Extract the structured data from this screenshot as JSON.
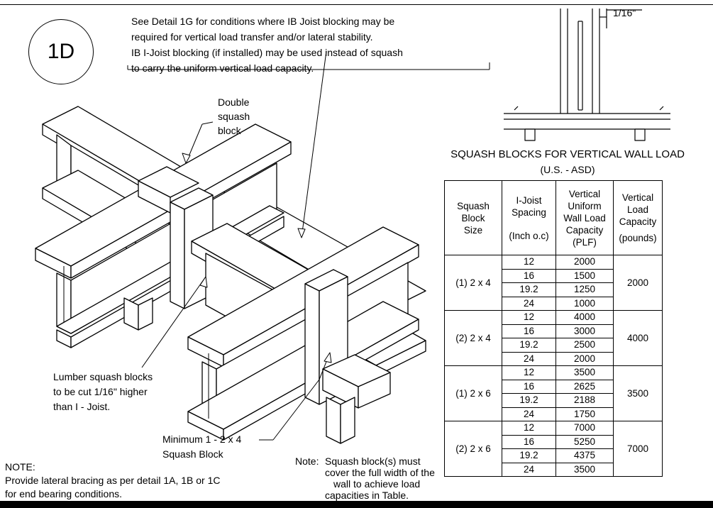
{
  "detail_id": "1D",
  "top_note": {
    "line1": "See Detail 1G for conditions where IB Joist blocking may be",
    "line2": "required for vertical load transfer and/or lateral stability.",
    "line3": "IB I-Joist blocking (if installed) may be used instead of squash",
    "line4": "to carry the uniform vertical load capacity."
  },
  "callout_double": {
    "line1": "Double",
    "line2": "squash",
    "line3": "block"
  },
  "callout_lumber": {
    "line1": "Lumber squash blocks",
    "line2": "to be cut 1/16\" higher",
    "line3": "than I - Joist."
  },
  "callout_minimum": {
    "line1": "Minimum 1 - 2 x 4",
    "line2": "Squash Block"
  },
  "note_left": {
    "heading": "NOTE:",
    "line1": "Provide lateral bracing as per detail 1A, 1B or 1C",
    "line2": "for end bearing conditions."
  },
  "note_bottom": {
    "prefix": "Note:",
    "line1": "Squash block(s) must",
    "line2": "cover the full width of the",
    "line3": "wall to achieve load",
    "line4": "capacities in Table."
  },
  "elevation_dim": "1/16\"",
  "table": {
    "title": "SQUASH BLOCKS FOR VERTICAL WALL LOAD",
    "subtitle": "(U.S. - ASD)",
    "headers": {
      "size": [
        "Squash",
        "Block",
        "Size"
      ],
      "spacing": [
        "I-Joist",
        "Spacing",
        "(Inch o.c)"
      ],
      "uniform": [
        "Vertical",
        "Uniform",
        "Wall Load",
        "Capacity",
        "(PLF)"
      ],
      "capacity": [
        "Vertical",
        "Load",
        "Capacity",
        "(pounds)"
      ]
    },
    "groups": [
      {
        "size": "(1) 2 x 4",
        "capacity": "2000",
        "rows": [
          {
            "spacing": "12",
            "plf": "2000"
          },
          {
            "spacing": "16",
            "plf": "1500"
          },
          {
            "spacing": "19.2",
            "plf": "1250"
          },
          {
            "spacing": "24",
            "plf": "1000"
          }
        ]
      },
      {
        "size": "(2) 2 x 4",
        "capacity": "4000",
        "rows": [
          {
            "spacing": "12",
            "plf": "4000"
          },
          {
            "spacing": "16",
            "plf": "3000"
          },
          {
            "spacing": "19.2",
            "plf": "2500"
          },
          {
            "spacing": "24",
            "plf": "2000"
          }
        ]
      },
      {
        "size": "(1) 2 x 6",
        "capacity": "3500",
        "rows": [
          {
            "spacing": "12",
            "plf": "3500"
          },
          {
            "spacing": "16",
            "plf": "2625"
          },
          {
            "spacing": "19.2",
            "plf": "2188"
          },
          {
            "spacing": "24",
            "plf": "1750"
          }
        ]
      },
      {
        "size": "(2) 2 x 6",
        "capacity": "7000",
        "rows": [
          {
            "spacing": "12",
            "plf": "7000"
          },
          {
            "spacing": "16",
            "plf": "5250"
          },
          {
            "spacing": "19.2",
            "plf": "4375"
          },
          {
            "spacing": "24",
            "plf": "3500"
          }
        ]
      }
    ]
  }
}
